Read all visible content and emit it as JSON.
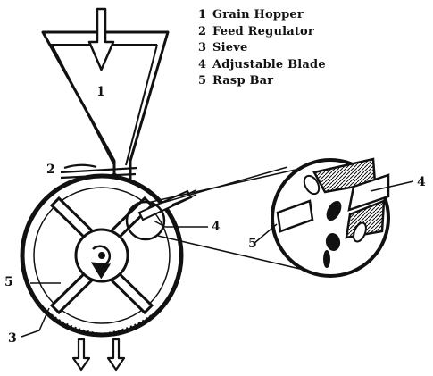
{
  "legend": {
    "items": [
      {
        "number": "1",
        "label": "Grain Hopper"
      },
      {
        "number": "2",
        "label": "Feed Regulator"
      },
      {
        "number": "3",
        "label": "Sieve"
      },
      {
        "number": "4",
        "label": "Adjustable Blade"
      },
      {
        "number": "5",
        "label": "Rasp Bar"
      }
    ]
  },
  "callouts": {
    "hopper": "1",
    "feed_regulator": "2",
    "sieve": "3",
    "blade": "4",
    "rasp_bar": "5",
    "detail_blade": "4",
    "detail_rasp_bar": "5"
  }
}
